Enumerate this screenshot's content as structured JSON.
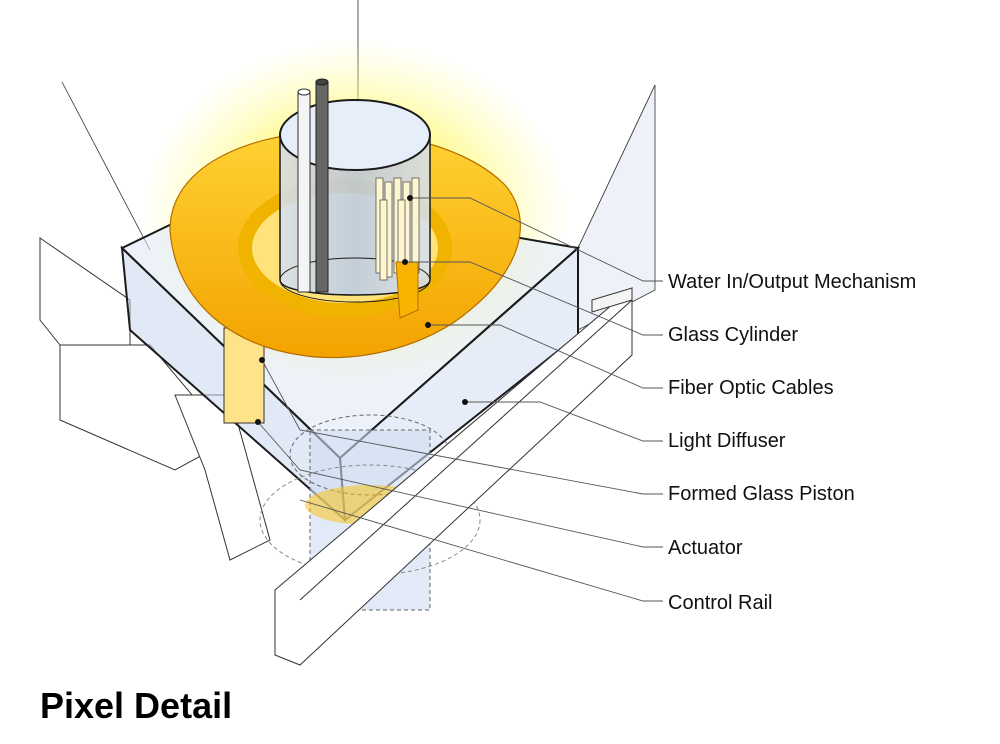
{
  "title": "Pixel Detail",
  "labels": [
    "Water In/Output Mechanism",
    "Glass Cylinder",
    "Fiber Optic Cables",
    "Light Diffuser",
    "Formed Glass Piston",
    "Actuator",
    "Control Rail"
  ],
  "colors": {
    "glow": "#ffee55",
    "diffuser": "#f8b400",
    "diffuser_light": "#ffd54a",
    "glass": "#c9d8ef",
    "glass_edge": "#2b2b2b",
    "leader_line": "#555555",
    "rail": "#ffffff"
  }
}
